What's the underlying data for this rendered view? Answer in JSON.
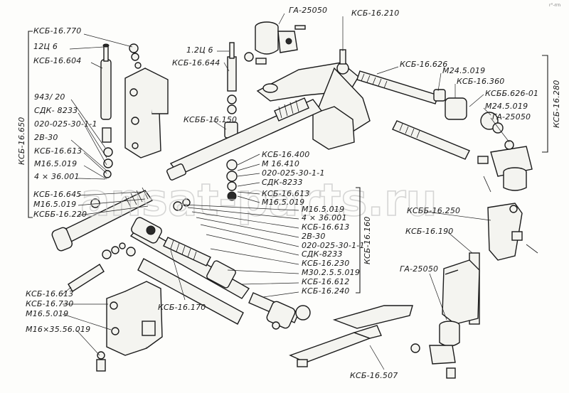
{
  "corner_mark": "r°-rrn",
  "watermark": "ansat-parts.ru",
  "labels": {
    "ga_25050_top": "ГА-25050",
    "ksb_16_210": "КСБ-16.210",
    "ksb_16_770": "КСБ-16.770",
    "c12_6_left": "12Ц 6",
    "ksb_16_604": "КСБ-16.604",
    "c12_6_mid": "1.2Ц 6",
    "ksb_16_644": "КСБ-16.644",
    "ksb_16_650": "КСБ-16.650",
    "n943_20": "943/ 20",
    "sdk_8233_left": "СДК- 8233",
    "n020_left": "020-025-30-1-1",
    "n2b30_left": "2В-30",
    "ksb_16_613_a": "КСБ-16.613",
    "m16_5_019_a": "М16.5.019",
    "n4_36_001_a": "4 × 36.001",
    "ksb_16_150": "КСББ-16.150",
    "ksb_16_400": "КСБ-16.400",
    "m16_410": "М 16.410",
    "n020_mid": "020-025-30-1-1",
    "sdk_8233_mid": "СДК-8233",
    "ksb_16_613_mid": "КСБ-16.613",
    "m16_5_019_mid": "М16.5.019",
    "ksb_16_626": "КСБ-16.626",
    "m24_5_019_a": "М24.5.019",
    "ksb_16_360": "КСБ-16.360",
    "ksb_626_01": "КСББ.626-01",
    "m24_5_019_b": "М24.5.019",
    "ga_25050_right": "ГА-25050",
    "ksb_16_280": "КСБ-16.280",
    "ksb_16_645": "КСБ-16.645",
    "m16_5_019_b": "М16.5.019",
    "ksb_16_220": "КСББ-16.220",
    "m16_5_019_c": "М16.5.019",
    "n4_36_001_b": "4 × 36.001",
    "ksb_16_613_b": "КСБ-16.613",
    "n2b30_b": "2В-30",
    "n020_b": "020-025-30-1-1",
    "sdk_8233_b": "СДК-8233",
    "ksb_16_230": "КСБ-16.230",
    "m30_2_5_019": "М30.2.5.5.019",
    "ksb_16_612": "КСБ-16.612",
    "ksb_16_240": "КСБ-16.240",
    "ksb_16_160": "КСБ-16.160",
    "ksb_16_250": "КСББ-16.250",
    "ksb_16_190": "КСБ-16.190",
    "ga_25050_bottom": "ГА-25050",
    "ksb_16_613_c": "КСБ-16.613",
    "ksb_16_730": "КСБ-16.730",
    "m16_5_019_d": "М16.5.019",
    "m16_35_56_019": "М16×35.56.019",
    "ksb_16_170": "КСБ-16.170",
    "ksb_16_507": "КСБ-16.507"
  }
}
